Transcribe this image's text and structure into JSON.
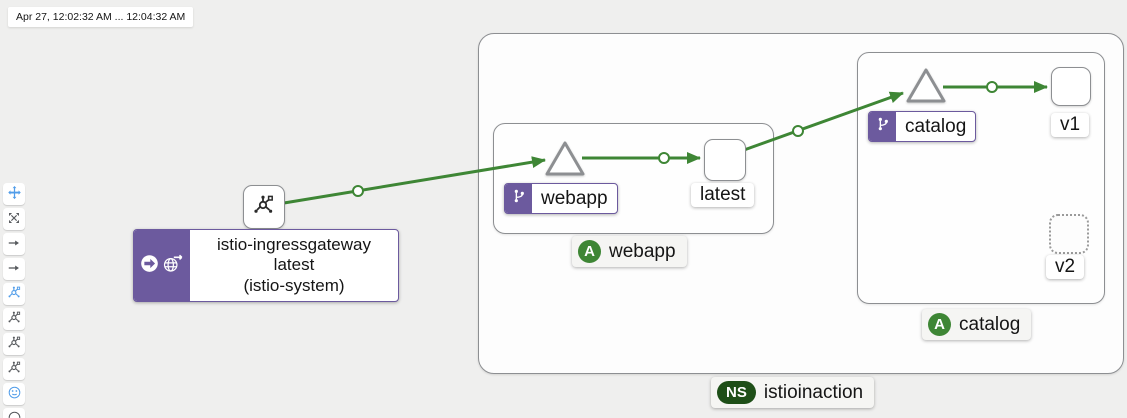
{
  "time_range": "Apr 27, 12:02:32 AM ... 12:04:32 AM",
  "toolbar": {
    "buttons": [
      {
        "icon": "move-icon",
        "active": true
      },
      {
        "icon": "expand-arrows-icon",
        "active": false
      },
      {
        "icon": "arrow-right-icon",
        "active": false
      },
      {
        "icon": "arrow-right-icon",
        "active": false
      },
      {
        "icon": "network-graph-icon",
        "active": true
      },
      {
        "icon": "network-graph-icon",
        "active": false
      },
      {
        "icon": "network-graph-icon",
        "active": false
      },
      {
        "icon": "network-graph-icon",
        "active": false
      },
      {
        "icon": "legend-icon",
        "active": true
      },
      {
        "icon": "circle-icon",
        "active": false
      }
    ]
  },
  "graph": {
    "namespace": {
      "badge": "NS",
      "name": "istioinaction"
    },
    "apps": [
      {
        "badge": "A",
        "name": "webapp"
      },
      {
        "badge": "A",
        "name": "catalog"
      }
    ],
    "nodes": {
      "ingress": {
        "line1": "istio-ingressgateway",
        "line2": "latest",
        "line3": "(istio-system)"
      },
      "webapp_service": "webapp",
      "webapp_version": "latest",
      "catalog_service": "catalog",
      "catalog_v1": "v1",
      "catalog_v2": "v2"
    },
    "colors": {
      "edge_green": "#3e8635",
      "app_badge_green": "#3e8635",
      "ns_badge_green": "#1e4f18",
      "service_purple": "#6c5a9e"
    }
  }
}
